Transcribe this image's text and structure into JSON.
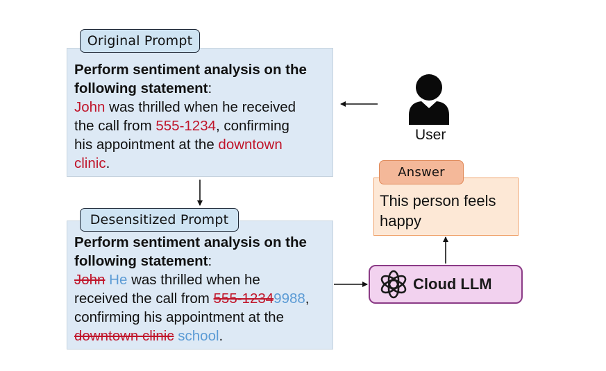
{
  "original": {
    "label": "Original Prompt",
    "instruction_line1": "Perform sentiment analysis on the",
    "instruction_line2": "following statement",
    "colon": ":",
    "name": "John",
    "phrase1": " was thrilled when he received",
    "phrase2": "the call from ",
    "phone": "555-1234",
    "phrase3": ", confirming",
    "phrase4": "his appointment at the ",
    "place1": "downtown",
    "place2": "clinic",
    "period": "."
  },
  "desensitized": {
    "label": "Desensitized Prompt",
    "instruction_line1": "Perform sentiment analysis on the",
    "instruction_line2": "following statement",
    "colon": ":",
    "name_old": "John",
    "name_new": "He",
    "phrase1": " was thrilled when he",
    "phrase2": "received the call from ",
    "phone_old": "555-1234",
    "phone_new": "9988",
    "comma": ",",
    "phrase3": "confirming his appointment at the",
    "place_old": "downtown clinic",
    "place_new": "school",
    "period": "."
  },
  "user": {
    "label": "User",
    "icon": "user-icon"
  },
  "answer": {
    "label": "Answer",
    "text_line1": "This person feels",
    "text_line2": "happy"
  },
  "llm": {
    "label": "Cloud LLM",
    "icon": "openai-logo-icon"
  },
  "colors": {
    "sensitive": "#c0152a",
    "replacement": "#5b9bd5",
    "prompt_box": "#dde9f5",
    "answer_box": "#fde8d6",
    "llm_box": "#f2d2ef"
  }
}
